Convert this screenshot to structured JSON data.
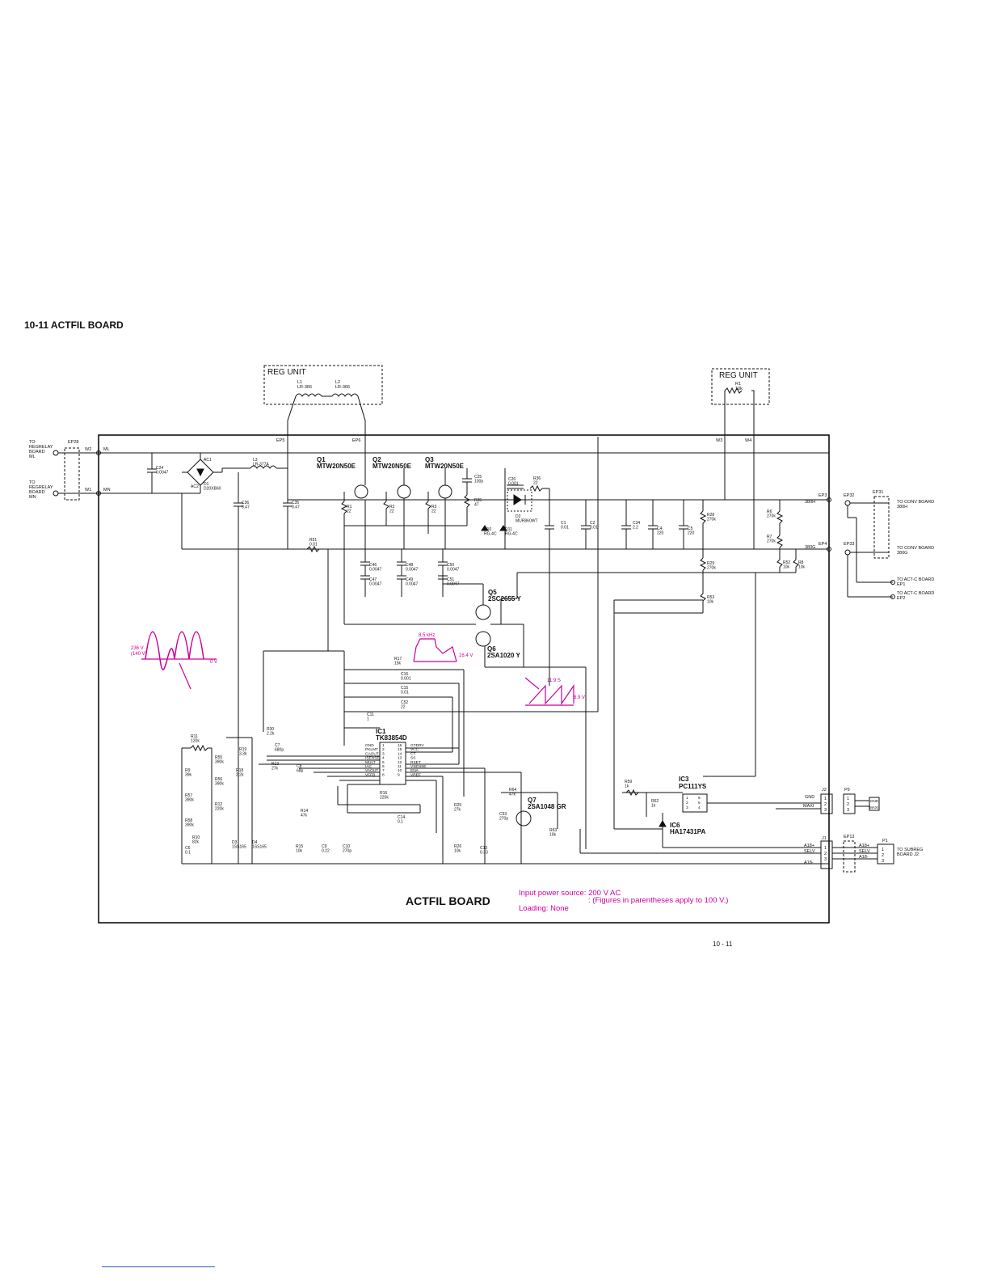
{
  "page": {
    "section_title": "10-11  ACTFIL BOARD",
    "page_number": "10 - 11"
  },
  "board": {
    "name": "ACTFIL BOARD",
    "power_note": {
      "line1": "Input power source: 200 V AC",
      "line2": ": (Figures in parentheses apply to 100 V.)",
      "line3": "Loading: None",
      "color": "#cc0099"
    }
  },
  "reg_units": [
    {
      "title": "REG UNIT",
      "parts": [
        {
          "ref": "L1",
          "val": "LR-366"
        },
        {
          "ref": "L2",
          "val": "LR-366"
        }
      ]
    },
    {
      "title": "REG UNIT",
      "parts": [
        {
          "ref": "R1",
          "val": "10k"
        }
      ]
    }
  ],
  "connectors_left": {
    "ep28": "EP28",
    "top": {
      "lines": [
        "TO",
        "REGRELAY",
        "BOARD",
        "ML"
      ],
      "pin": "W2",
      "net": "ML"
    },
    "bottom": {
      "lines": [
        "TO",
        "REGRELAY",
        "BOARD",
        "MN"
      ],
      "pin": "W1",
      "net": "MN"
    }
  },
  "top_pins": [
    "EP5",
    "EP6",
    "W3",
    "W4"
  ],
  "transistors_top": [
    {
      "ref": "Q1",
      "part": "MTW20N50E"
    },
    {
      "ref": "Q2",
      "part": "MTW20N50E"
    },
    {
      "ref": "Q3",
      "part": "MTW20N50E"
    }
  ],
  "ics": {
    "ic1": {
      "ref": "IC1",
      "part": "TK83854D",
      "left_pins": [
        [
          "GND",
          "1"
        ],
        [
          "PKLMT",
          "2"
        ],
        [
          "CAOUT",
          "3"
        ],
        [
          "ISENSE",
          "4"
        ],
        [
          "MULT",
          "5"
        ],
        [
          "IAC",
          "6"
        ],
        [
          "VAOUT",
          "7"
        ],
        [
          "VFFB",
          "8"
        ]
      ],
      "right_pins": [
        [
          "16",
          "GTDRV"
        ],
        [
          "15",
          "VCC"
        ],
        [
          "14",
          "CT"
        ],
        [
          "13",
          "SS"
        ],
        [
          "12",
          "RSET"
        ],
        [
          "11",
          "VSENSE"
        ],
        [
          "10",
          "ENA"
        ],
        [
          "9",
          "VREF"
        ]
      ]
    },
    "ic3": {
      "ref": "IC3",
      "part": "PC111YS",
      "pins": [
        "1",
        "2",
        "3",
        "6",
        "5",
        "4"
      ]
    },
    "ic6": {
      "ref": "IC6",
      "part": "HA17431PA"
    }
  },
  "q_labels": [
    {
      "ref": "Q5",
      "part": "2SC2655 Y"
    },
    {
      "ref": "Q6",
      "part": "2SA1020 Y"
    },
    {
      "ref": "Q7",
      "part": "2SA1048 GR"
    }
  ],
  "components": [
    {
      "ref": "C24",
      "val": "0.0047"
    },
    {
      "ref": "AC1",
      "val": ""
    },
    {
      "ref": "AC2",
      "val": ""
    },
    {
      "ref": "D1",
      "val": "D20XB60"
    },
    {
      "ref": "L3",
      "val": "LR-377A"
    },
    {
      "ref": "C36",
      "val": "0.47"
    },
    {
      "ref": "C35",
      "val": "0.47"
    },
    {
      "ref": "R51",
      "val": "0.01"
    },
    {
      "ref": "R1",
      "val": "22"
    },
    {
      "ref": "R2",
      "val": "22"
    },
    {
      "ref": "R3",
      "val": "22"
    },
    {
      "ref": "C25",
      "val": "100p"
    },
    {
      "ref": "R35",
      "val": "47"
    },
    {
      "ref": "C26",
      "val": "0.001"
    },
    {
      "ref": "R36",
      "val": "22"
    },
    {
      "ref": "D2",
      "val": "MUR860WT"
    },
    {
      "ref": "D10",
      "val": "RG-4C"
    },
    {
      "ref": "D11",
      "val": "RG-4C"
    },
    {
      "ref": "C1",
      "val": "0.01"
    },
    {
      "ref": "C2",
      "val": "0.01"
    },
    {
      "ref": "C34",
      "val": "2.2"
    },
    {
      "ref": "C4",
      "val": "220"
    },
    {
      "ref": "C5",
      "val": "220"
    },
    {
      "ref": "R28",
      "val": "270k"
    },
    {
      "ref": "R6",
      "val": "270k"
    },
    {
      "ref": "R7",
      "val": "270k"
    },
    {
      "ref": "R29",
      "val": "270k"
    },
    {
      "ref": "R52",
      "val": "10k"
    },
    {
      "ref": "R8",
      "val": "10k"
    },
    {
      "ref": "R53",
      "val": "10k"
    },
    {
      "ref": "C46",
      "val": "0.0047"
    },
    {
      "ref": "C47",
      "val": "0.0047"
    },
    {
      "ref": "C48",
      "val": "0.0047"
    },
    {
      "ref": "C49",
      "val": "0.0047"
    },
    {
      "ref": "C50",
      "val": "0.0047"
    },
    {
      "ref": "C51",
      "val": "0.0047"
    },
    {
      "ref": "R17",
      "val": "15k"
    },
    {
      "ref": "C16",
      "val": "0.001"
    },
    {
      "ref": "C15",
      "val": "0.01"
    },
    {
      "ref": "C52",
      "val": "22"
    },
    {
      "ref": "C11",
      "val": "1"
    },
    {
      "ref": "R11",
      "val": "120k"
    },
    {
      "ref": "R55",
      "val": "390k"
    },
    {
      "ref": "R19",
      "val": "3.3k"
    },
    {
      "ref": "R30",
      "val": "2.2k"
    },
    {
      "ref": "C7",
      "val": "680p"
    },
    {
      "ref": "R9",
      "val": "39k"
    },
    {
      "ref": "R56",
      "val": "390k"
    },
    {
      "ref": "R18",
      "val": "2.2k"
    },
    {
      "ref": "R13",
      "val": "27k"
    },
    {
      "ref": "C8",
      "val": "68p"
    },
    {
      "ref": "R57",
      "val": "390k"
    },
    {
      "ref": "R12",
      "val": "220k"
    },
    {
      "ref": "R58",
      "val": "390k"
    },
    {
      "ref": "R10",
      "val": "82k"
    },
    {
      "ref": "C6",
      "val": "0.1"
    },
    {
      "ref": "D3",
      "val": "1SS165"
    },
    {
      "ref": "D4",
      "val": "1SS165"
    },
    {
      "ref": "R16",
      "val": "220k"
    },
    {
      "ref": "R14",
      "val": "47k"
    },
    {
      "ref": "C14",
      "val": "0.1"
    },
    {
      "ref": "R15",
      "val": "10k"
    },
    {
      "ref": "C9",
      "val": "0.22"
    },
    {
      "ref": "C10",
      "val": "270p"
    },
    {
      "ref": "R25",
      "val": "27k"
    },
    {
      "ref": "R26",
      "val": "10k"
    },
    {
      "ref": "C13",
      "val": "0.33"
    },
    {
      "ref": "C53",
      "val": "270p"
    },
    {
      "ref": "R64",
      "val": "47k"
    },
    {
      "ref": "R63",
      "val": "10k"
    },
    {
      "ref": "R59",
      "val": "1k"
    },
    {
      "ref": "R62",
      "val": "1k"
    }
  ],
  "waveforms": [
    {
      "label_top": "236 V",
      "label_sub": "(140 V)",
      "level": "0 V"
    },
    {
      "label_top": "8.5 kHz",
      "level": "16.4 V"
    },
    {
      "label_top": "11.9  S",
      "level": "8.9 V"
    }
  ],
  "right_side": {
    "ep3": "EP3",
    "ep4": "EP4",
    "ep32": "EP32",
    "ep31": "EP31",
    "ep33": "EP33",
    "net_380h": "380H",
    "net_380g": "380G",
    "to_conv_h": [
      "TO CONV BOARD",
      "380H"
    ],
    "to_conv_g": [
      "TO CONV BOARD",
      "380G"
    ],
    "to_act_ep1": [
      "TO ACT-C BOARD",
      "EP1"
    ],
    "to_act_ep2": [
      "TO ACT-C BOARD",
      "EP2"
    ]
  },
  "bottom_right": {
    "j2": "J2",
    "p9": "P9",
    "gnd": "GND",
    "maxi": "MAXI",
    "pin_nums": [
      "1",
      "2",
      "3"
    ],
    "j1": "J1",
    "ep13": "EP13",
    "p1": "P1",
    "nets": [
      "A18+",
      "SELV",
      "",
      "A18-"
    ],
    "to_subreg": [
      "TO SUBREG",
      "BOARD J2"
    ]
  }
}
